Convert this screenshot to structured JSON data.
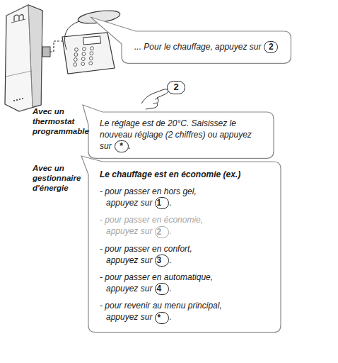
{
  "diagram": {
    "nodes": [
      {
        "text": [
          "... Pour le chauffage, appuyez sur"
        ]
      },
      {
        "text": [
          "2"
        ],
        "in": 0
      },
      {
        "text": [
          "2"
        ]
      },
      {
        "text": [
          "Le réglage est de 20°C. Saisissez le nouveau réglage (2 chiffres) ou appuyez sur",
          "."
        ]
      },
      {
        "text": [
          "*"
        ],
        "in": 3
      },
      {
        "text": [
          "Le chauffage est en économie (ex.)",
          "- pour passer en hors gel, appuyez sur",
          ".",
          "- pour passer en économie, appuyez sur",
          ".",
          "- pour passer en confort, appuyez sur",
          ".",
          "- pour passer en automatique, appuyez sur",
          ".",
          "- pour revenir au menu principal, appuyez sur",
          "."
        ]
      },
      {
        "text": [
          "1"
        ],
        "in": 5
      },
      {
        "text": [
          "2"
        ],
        "in": 5
      },
      {
        "text": [
          "3"
        ],
        "in": 5
      },
      {
        "text": [
          "4"
        ],
        "in": 5
      },
      {
        "text": [
          "*"
        ],
        "in": 5
      }
    ],
    "labels": [
      "Avec un thermostat programmable",
      "Avec un gestionnaire d'énergie"
    ]
  }
}
